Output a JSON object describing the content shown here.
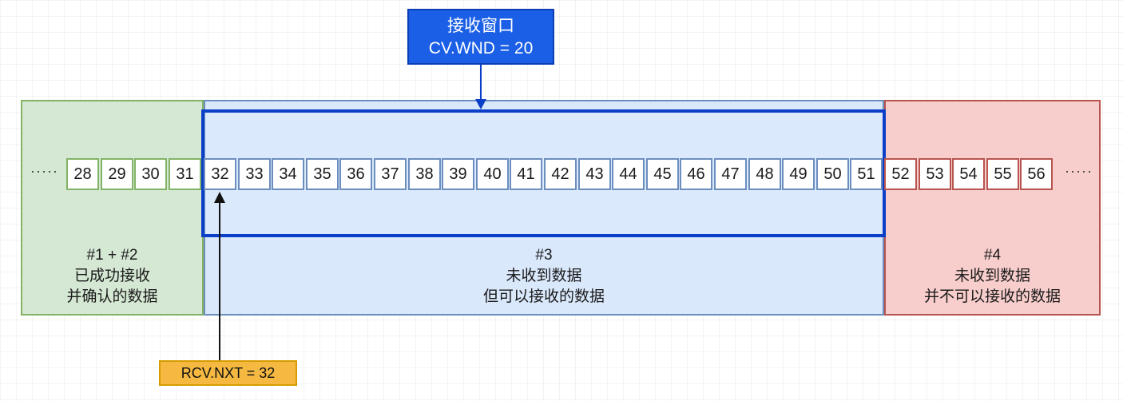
{
  "window_callout": {
    "title": "接收窗口",
    "value": "CV.WND = 20"
  },
  "rcv_nxt_callout": {
    "label": "RCV.NXT = 32"
  },
  "regions": [
    {
      "id": "acked",
      "lines": [
        "#1 + #2",
        "已成功接收",
        "并确认的数据"
      ],
      "color": "#d5e8d4",
      "border": "#82b366"
    },
    {
      "id": "receivable",
      "lines": [
        "#3",
        "未收到数据",
        "但可以接收的数据"
      ],
      "color": "#dae8fc",
      "border": "#6c8ebf"
    },
    {
      "id": "not-receivable",
      "lines": [
        "#4",
        "未收到数据",
        "并不可以接收的数据"
      ],
      "color": "#f8cecc",
      "border": "#b85450"
    }
  ],
  "cells": {
    "acked": [
      "28",
      "29",
      "30",
      "31"
    ],
    "receivable": [
      "32",
      "33",
      "34",
      "35",
      "36",
      "37",
      "38",
      "39",
      "40",
      "41",
      "42",
      "43",
      "44",
      "45",
      "46",
      "47",
      "48",
      "49",
      "50",
      "51"
    ],
    "not_receivable": [
      "52",
      "53",
      "54",
      "55",
      "56"
    ]
  },
  "ellipsis": "·····",
  "colors": {
    "window_border": "#0c3fc7",
    "window_callout_bg": "#1a5fe5",
    "rcv_callout_bg": "#f5b942"
  }
}
